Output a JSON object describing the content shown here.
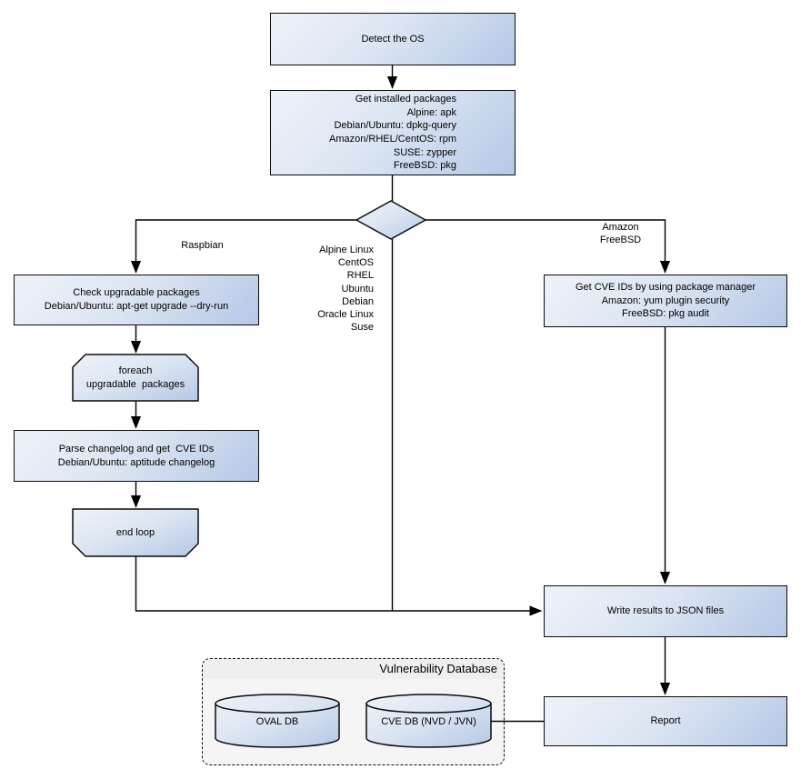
{
  "colors": {
    "node_fill_light": "#eef2f9",
    "node_fill_dark": "#b5c8e6",
    "node_border": "#0b0b0b",
    "connector": "#000000",
    "group_fill": "#f5f5f5",
    "group_header_fill": "#efefef",
    "background": "#ffffff"
  },
  "nodes": {
    "detect_os": {
      "label": "Detect the OS"
    },
    "get_installed_packages": {
      "lines": [
        "Get installed packages",
        "Alpine: apk",
        "Debian/Ubuntu: dpkg-query",
        "Amazon/RHEL/CentOS: rpm",
        "SUSE: zypper",
        "FreeBSD: pkg"
      ]
    },
    "check_upgradable": {
      "lines": [
        "Check upgradable packages",
        "Debian/Ubuntu: apt-get upgrade --dry-run"
      ]
    },
    "foreach_loop": {
      "lines": [
        "foreach",
        "upgradable  packages"
      ]
    },
    "parse_changelog": {
      "lines": [
        "Parse changelog and get  CVE IDs",
        "Debian/Ubuntu: aptitude changelog"
      ]
    },
    "end_loop": {
      "label": "end loop"
    },
    "get_cve_ids": {
      "lines": [
        "Get CVE IDs by using package manager",
        "Amazon: yum plugin security",
        "FreeBSD: pkg audit"
      ]
    },
    "write_results": {
      "label": "Write results to JSON files"
    },
    "report": {
      "label": "Report"
    }
  },
  "edge_labels": {
    "raspbian": "Raspbian",
    "amazon_freebsd": [
      "Amazon",
      "FreeBSD"
    ],
    "os_list": [
      "Alpine Linux",
      "CentOS",
      "RHEL",
      "Ubuntu",
      "Debian",
      "Oracle Linux",
      "Suse"
    ]
  },
  "database": {
    "title": "Vulnerability Database",
    "cylinders": [
      {
        "label": "OVAL DB"
      },
      {
        "label": "CVE DB (NVD / JVN)"
      }
    ]
  }
}
